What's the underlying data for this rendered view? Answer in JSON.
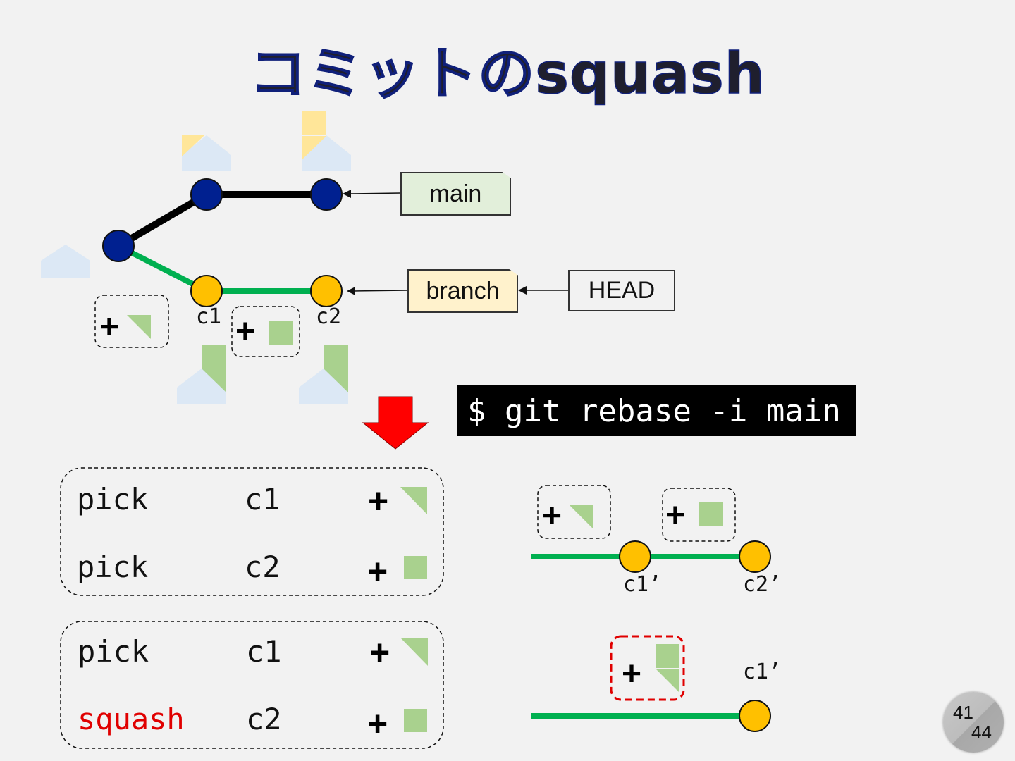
{
  "title": "コミットのsquash",
  "refs": {
    "main": "main",
    "branch": "branch",
    "head": "HEAD"
  },
  "colors": {
    "main_commit": "#002090",
    "branch_commit": "#ffc000",
    "branch_line": "#00b050",
    "main_line": "#000000",
    "main_ref_bg": "#e2efda",
    "branch_ref_bg": "#fff2cc",
    "change_green": "#a9d18e",
    "arrow_red": "#ff0000",
    "squash_red": "#e00000"
  },
  "commits_top": {
    "c1": "c1",
    "c2": "c2"
  },
  "command": "$ git rebase -i main",
  "todo_before": [
    {
      "action": "pick",
      "commit": "c1",
      "plus": "+"
    },
    {
      "action": "pick",
      "commit": "c2",
      "plus": "+"
    }
  ],
  "todo_after": [
    {
      "action": "pick",
      "commit": "c1",
      "plus": "+"
    },
    {
      "action": "squash",
      "commit": "c2",
      "plus": "+"
    }
  ],
  "result_picked": {
    "c1": "c1’",
    "c2": "c2’",
    "plus": "+"
  },
  "result_squashed": {
    "c1": "c1’",
    "plus": "+"
  },
  "plus": "+",
  "page": {
    "current": "41",
    "total": "44"
  }
}
